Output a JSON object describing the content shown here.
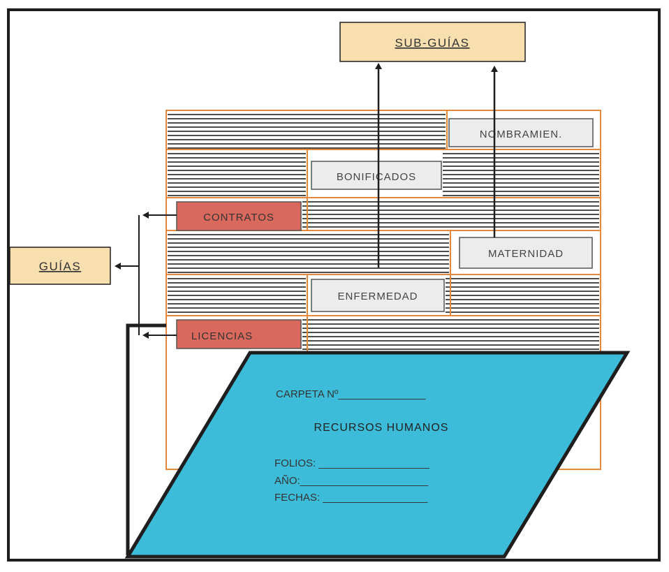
{
  "sub_guias": {
    "label": "SUB-GUÍAS"
  },
  "guias": {
    "label": "GUÍAS"
  },
  "guide_tabs": [
    {
      "label": "CONTRATOS"
    },
    {
      "label": "LICENCIAS"
    }
  ],
  "sub_guide_tabs": [
    {
      "label": "NOMBRAMIEN."
    },
    {
      "label": "BONIFICADOS"
    },
    {
      "label": "MATERNIDAD"
    },
    {
      "label": "ENFERMEDAD"
    }
  ],
  "folder": {
    "carpeta": "CARPETA Nº_______________",
    "title": "RECURSOS  HUMANOS",
    "folios": "FOLIOS: ___________________",
    "anio": "AÑO:______________________",
    "fechas": "FECHAS: __________________"
  },
  "colors": {
    "frame": "#1e1e1e",
    "tan_box": "#f7dfb0",
    "guide_tab": "#d9695c",
    "sub_tab": "#ececec",
    "grid_border": "#e4883e",
    "folder_fill": "#3cbcd8",
    "lines": "#111111"
  }
}
